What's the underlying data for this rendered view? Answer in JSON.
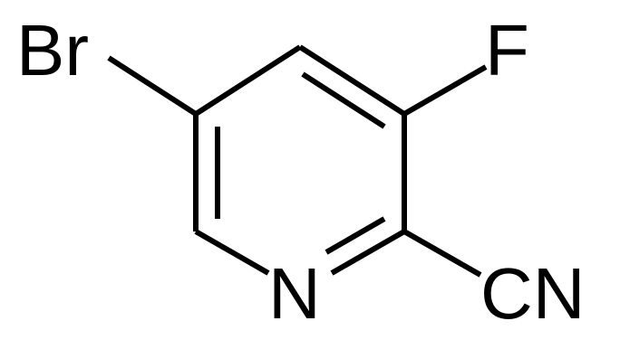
{
  "molecule": {
    "atoms": {
      "bromine": "Br",
      "fluorine": "F",
      "ring_nitrogen": "N",
      "nitrile": "CN"
    },
    "colors": {
      "bond": "#000000",
      "label": "#000000",
      "background": "#ffffff"
    }
  }
}
